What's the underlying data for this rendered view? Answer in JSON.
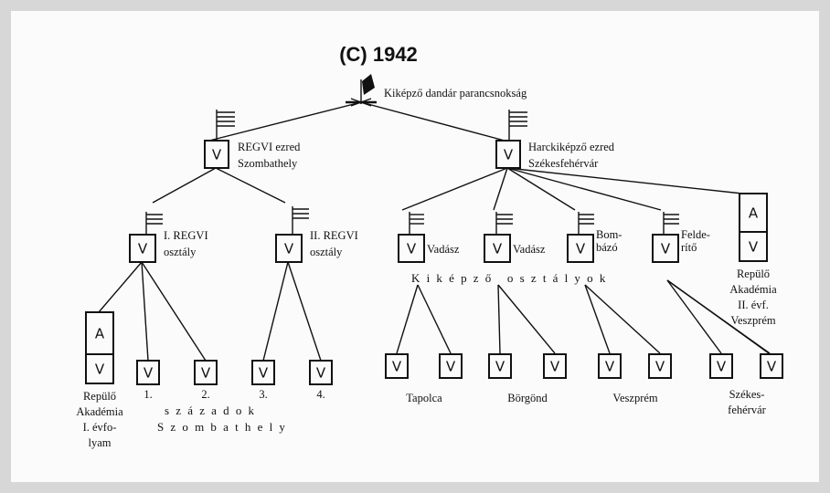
{
  "title": "(C) 1942",
  "hq": "Kiképző dandár parancsnokság",
  "box_letter_v": "V",
  "box_letter_a": "A",
  "regvi_regiment": [
    "REGVI ezred",
    "Szombathely"
  ],
  "combat_regiment": [
    "Harckiképző ezred",
    "Székesfehérvár"
  ],
  "regvi_1": [
    "I. REGVI",
    "osztály"
  ],
  "regvi_2": [
    "II. REGVI",
    "osztály"
  ],
  "vadasz_1": "Vadász",
  "vadasz_2": "Vadász",
  "bombazo": [
    "Bom-",
    "bázó"
  ],
  "felderito": [
    "Felde-",
    "rítő"
  ],
  "academy_2": [
    "Repülő",
    "Akadémia",
    "II. évf.",
    "Veszprém"
  ],
  "academy_1": [
    "Repülő",
    "Akadémia",
    "I. évfo-",
    "lyam"
  ],
  "training_units": "Kiképző osztályok",
  "company_numbers": [
    "1.",
    "2.",
    "3.",
    "4."
  ],
  "companies_word": "századok",
  "companies_city": "Szombathely",
  "locations": [
    "Tapolca",
    "Börgönd",
    "Veszprém"
  ],
  "location_szekes": [
    "Székes-",
    "fehérvár"
  ]
}
